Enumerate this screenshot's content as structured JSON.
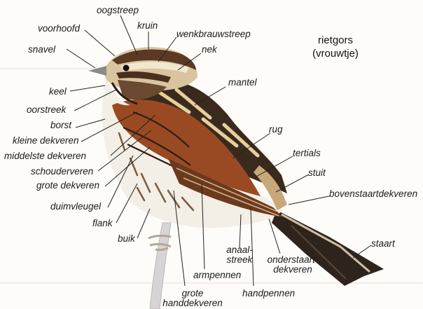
{
  "title": {
    "line1": "rietgors",
    "line2": "(vrouwtje)"
  },
  "labels": {
    "oogstreep": "oogstreep",
    "kruin": "kruin",
    "voorhoofd": "voorhoofd",
    "wenkbrauwstreep": "wenkbrauwstreep",
    "snavel": "snavel",
    "nek": "nek",
    "mantel": "mantel",
    "keel": "keel",
    "oorstreek": "oorstreek",
    "borst": "borst",
    "kleine_dekveren": "kleine dekveren",
    "middelste_dekveren": "middelste dekveren",
    "schouderveren": "schouderveren",
    "grote_dekveren": "grote dekveren",
    "duimvleugel": "duimvleugel",
    "flank": "flank",
    "buik": "buik",
    "rug": "rug",
    "tertials": "tertials",
    "stuit": "stuit",
    "bovenstaartdekveren": "bovenstaartdekveren",
    "staart": "staart",
    "anaalstreek_1": "anaal-",
    "anaalstreek_2": "streek",
    "onderstaartdekveren_1": "onderstaart-",
    "onderstaartdekveren_2": "dekveren",
    "armpennen": "armpennen",
    "handpennen": "handpennen",
    "grote_handdekveren_1": "grote",
    "grote_handdekveren_2": "handdekveren"
  },
  "colors": {
    "mantle_brown": "#9a4a22",
    "back_dark": "#3a2a1e",
    "buff": "#e7cf9c",
    "belly": "#f4efe6",
    "leader_line": "#222222"
  }
}
